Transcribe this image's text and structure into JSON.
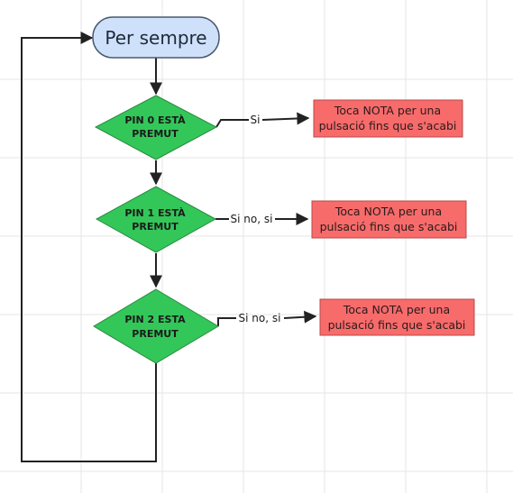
{
  "colors": {
    "grid": "#e6e6e6",
    "start_fill": "#cfe0fb",
    "start_stroke": "#4a5a70",
    "decision_fill": "#33c759",
    "decision_stroke": "#2a8a40",
    "action_fill": "#f76b6b",
    "action_stroke": "#b84a4a",
    "line": "#222222"
  },
  "start": {
    "label": "Per sempre"
  },
  "decisions": [
    {
      "line1": "PIN 0 ESTÀ",
      "line2": "PREMUT",
      "branch_label": "Si"
    },
    {
      "line1": "PIN 1 ESTÀ",
      "line2": "PREMUT",
      "branch_label": "Si no, si"
    },
    {
      "line1": "PIN 2 ESTA",
      "line2": "PREMUT",
      "branch_label": "Si no, si"
    }
  ],
  "actions": [
    {
      "line1": "Toca NOTA per una",
      "line2": "pulsació fins que s'acabi"
    },
    {
      "line1": "Toca NOTA per una",
      "line2": "pulsació fins que s'acabi"
    },
    {
      "line1": "Toca NOTA per una",
      "line2": "pulsació fins que s'acabi"
    }
  ]
}
